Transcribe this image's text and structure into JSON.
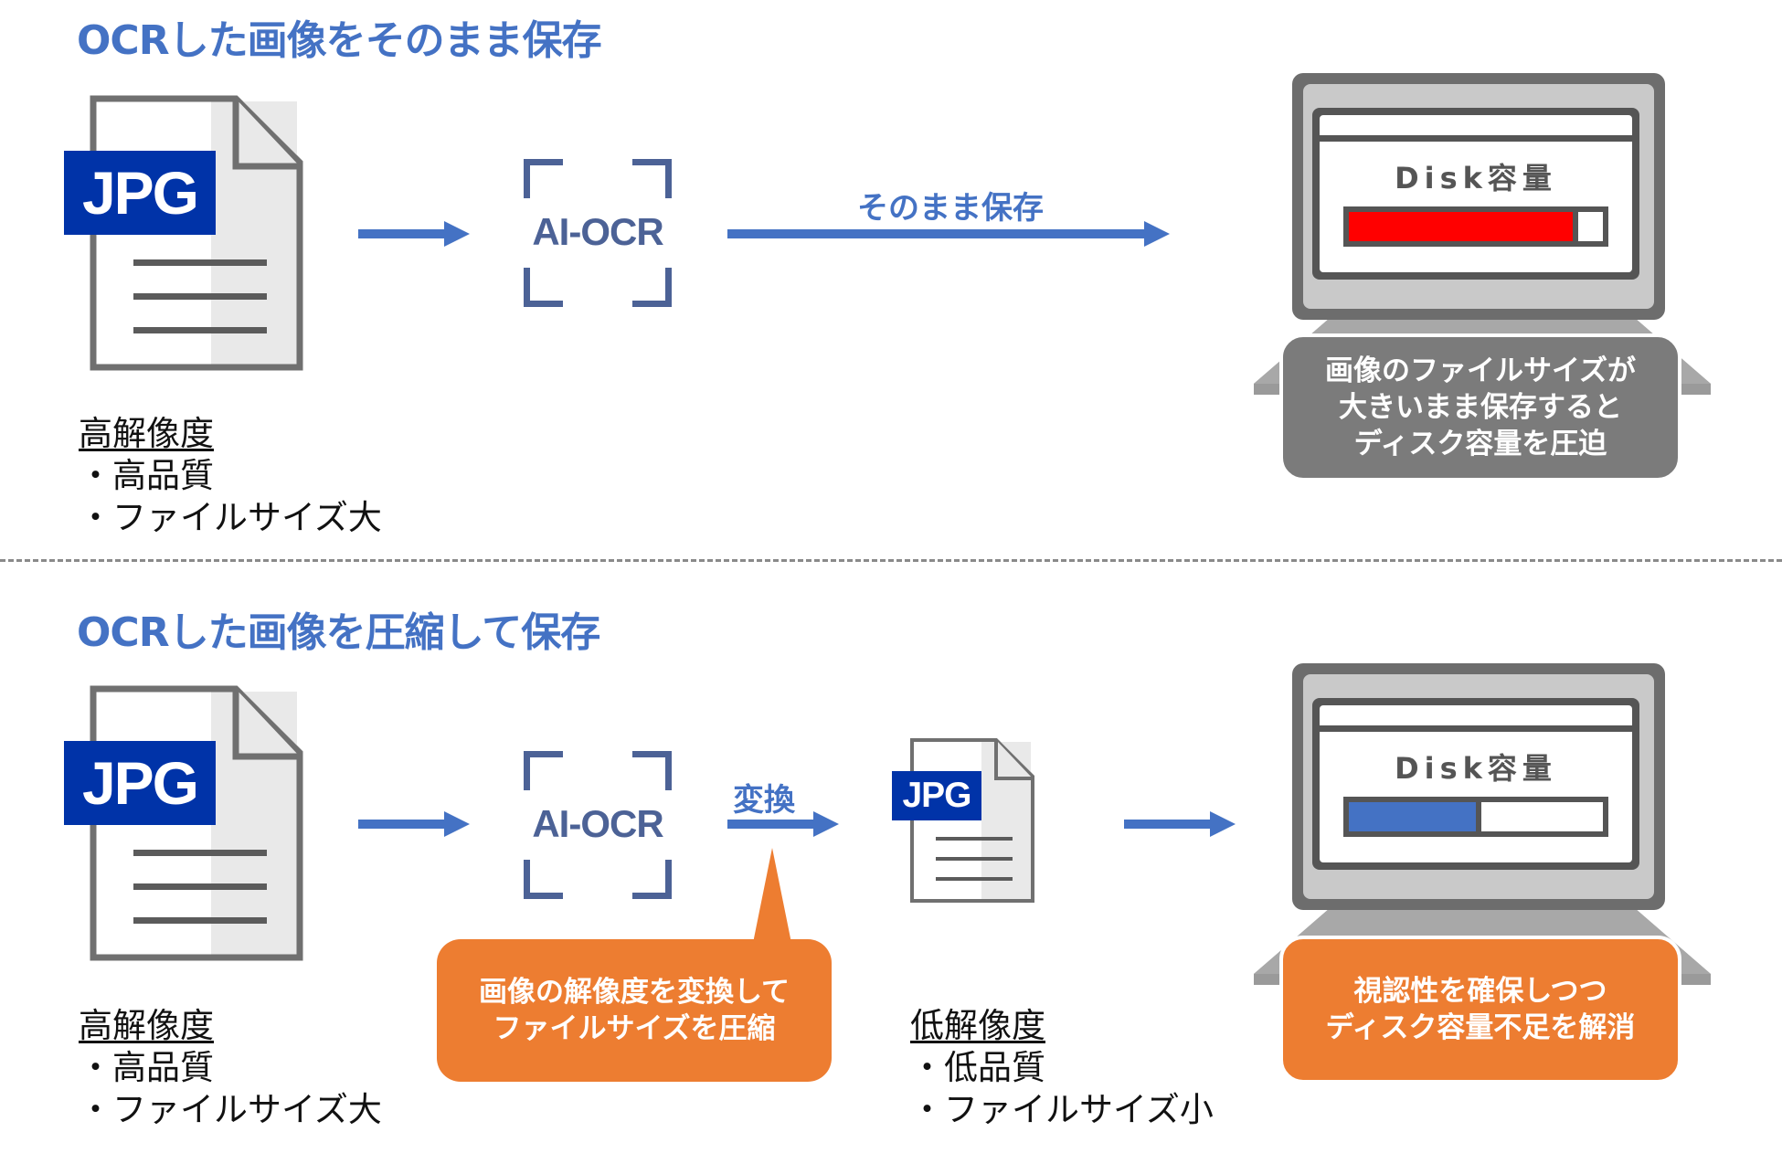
{
  "sections": [
    {
      "heading": "OCRした画像をそのまま保存",
      "source_doc": {
        "badge": "JPG",
        "title": "高解像度",
        "bullets": [
          "・高品質",
          "・ファイルサイズ大"
        ]
      },
      "ocr_label": "AI-OCR",
      "save_arrow_label": "そのまま保存",
      "disk": {
        "label": "Disk容量",
        "usage_percent": 88,
        "fill_color": "#ff0000"
      },
      "callout": [
        "画像のファイルサイズが",
        "大きいまま保存すると",
        "ディスク容量を圧迫"
      ]
    },
    {
      "heading": "OCRした画像を圧縮して保存",
      "source_doc": {
        "badge": "JPG",
        "title": "高解像度",
        "bullets": [
          "・高品質",
          "・ファイルサイズ大"
        ]
      },
      "ocr_label": "AI-OCR",
      "convert_arrow_label": "変換",
      "convert_callout": [
        "画像の解像度を変換して",
        "ファイルサイズを圧縮"
      ],
      "output_doc": {
        "badge": "JPG",
        "title": "低解像度",
        "bullets": [
          "・低品質",
          "・ファイルサイズ小"
        ]
      },
      "disk": {
        "label": "Disk容量",
        "usage_percent": 50,
        "fill_color": "#4472c4"
      },
      "callout": [
        "視認性を確保しつつ",
        "ディスク容量不足を解消"
      ]
    }
  ],
  "colors": {
    "accent_blue": "#4472c4",
    "jpg_blue": "#0033a8",
    "orange": "#ed7d31",
    "gray_callout": "#7b7b7b"
  }
}
